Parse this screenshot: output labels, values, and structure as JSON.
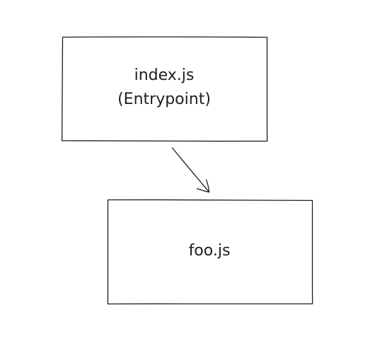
{
  "diagram": {
    "colors": {
      "stroke": "#1e1e1e",
      "text": "#1e1e1e",
      "background": "#ffffff"
    },
    "nodes": {
      "entry": {
        "line1": "index.js",
        "line2": "(Entrypoint)"
      },
      "foo": {
        "label": "foo.js"
      }
    },
    "edges": [
      {
        "from": "entry",
        "to": "foo",
        "style": "arrow"
      }
    ]
  }
}
